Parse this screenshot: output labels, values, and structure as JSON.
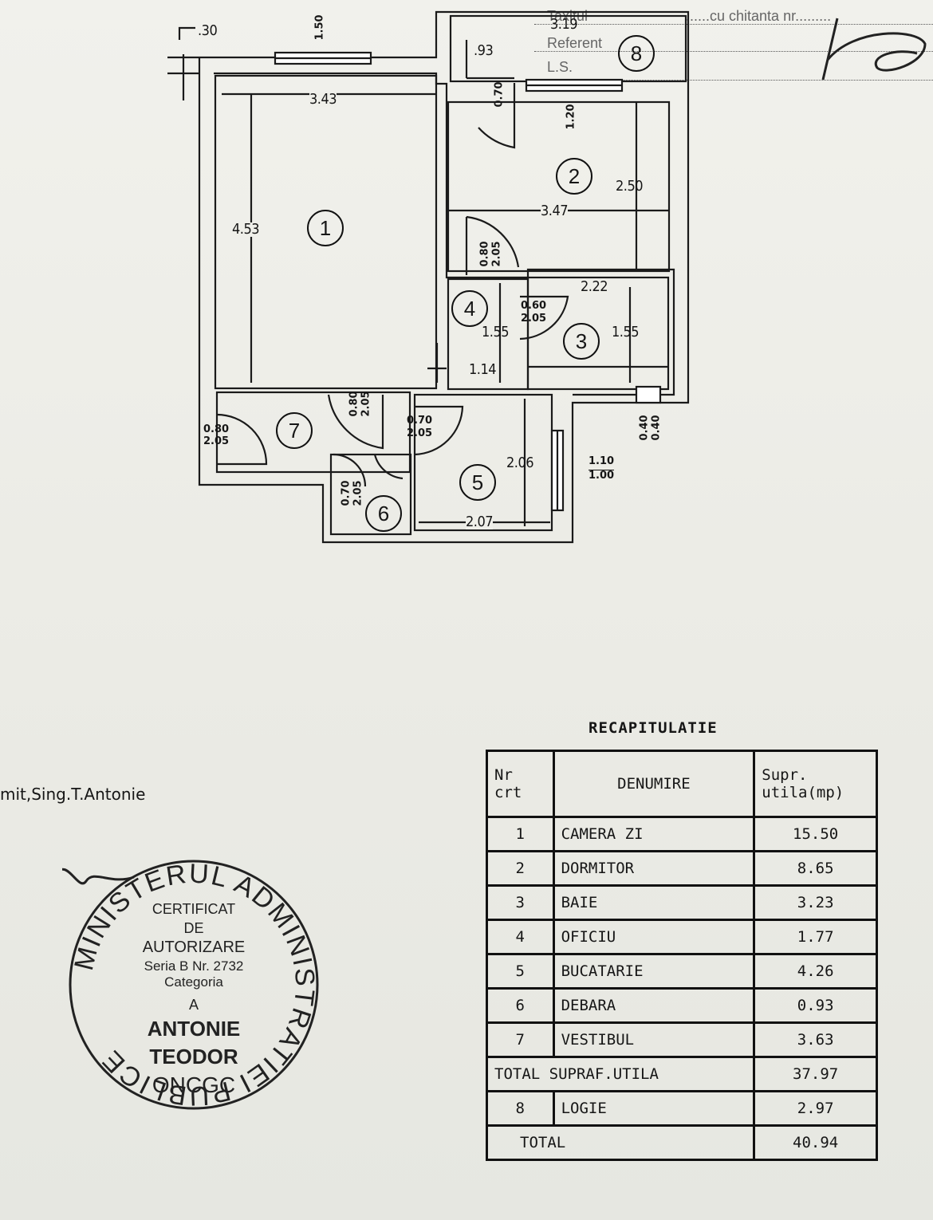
{
  "header": {
    "line1_left": "Taxitul",
    "line1_right": "......cu chitanta nr.........",
    "line2": "Referent",
    "line3": "L.S."
  },
  "plan": {
    "wall_offset": ".30",
    "window_top_left": "1.50",
    "width_room1": "3.43",
    "height_room1": "4.53",
    "logia_small": ".93",
    "logia_width": "3.19",
    "logia_door": "0.70",
    "window_room2": "1.20",
    "width_room2": "3.47",
    "height_room2": "2.50",
    "door_room2_a": "0.80",
    "door_room2_b": "2.05",
    "width_room3": "2.22",
    "door_room3_a": "0.60",
    "door_room3_b": "2.05",
    "height_room4": "1.55",
    "height_room3": "1.55",
    "width_room4": "1.14",
    "door_room1_a": "0.80",
    "door_room1_b": "2.05",
    "entry_door_a": "0.80",
    "entry_door_b": "2.05",
    "door_room5_a": "0.70",
    "door_room5_b": "2.05",
    "height_room5": "2.06",
    "width_room5": "2.07",
    "window_room5_a": "1.10",
    "window_room5_b": "1.00",
    "vent_a": "0.40",
    "vent_b": "0.40",
    "door_room6_a": "0.70",
    "door_room6_b": "2.05",
    "rooms": [
      "1",
      "2",
      "3",
      "4",
      "5",
      "6",
      "7",
      "8"
    ]
  },
  "author": "mit,Sing.T.Antonie",
  "stamp": {
    "ring_text": "MINISTERUL ADMINISTRATIEI PUBLICE",
    "line1": "CERTIFICAT",
    "line2": "DE",
    "line3": "AUTORIZARE",
    "line4": "Seria B Nr. 2732",
    "line5": "Categoria",
    "line6": "A",
    "name1": "ANTONIE",
    "name2": "TEODOR",
    "bottom": "ONCGC"
  },
  "recap": {
    "title": "RECAPITULATIE",
    "head_nr": "Nr\ncrt",
    "head_name": "DENUMIRE",
    "head_area": "Supr.\nutila(mp)",
    "rows": [
      {
        "nr": "1",
        "name": "CAMERA ZI",
        "area": "15.50"
      },
      {
        "nr": "2",
        "name": "DORMITOR",
        "area": "8.65"
      },
      {
        "nr": "3",
        "name": "BAIE",
        "area": "3.23"
      },
      {
        "nr": "4",
        "name": "OFICIU",
        "area": "1.77"
      },
      {
        "nr": "5",
        "name": "BUCATARIE",
        "area": "4.26"
      },
      {
        "nr": "6",
        "name": "DEBARA",
        "area": "0.93"
      },
      {
        "nr": "7",
        "name": "VESTIBUL",
        "area": "3.63"
      }
    ],
    "total_util_label": "TOTAL  SUPRAF.UTILA",
    "total_util": "37.97",
    "extra": {
      "nr": "8",
      "name": "LOGIE",
      "area": "2.97"
    },
    "total_label": "TOTAL",
    "total": "40.94"
  }
}
